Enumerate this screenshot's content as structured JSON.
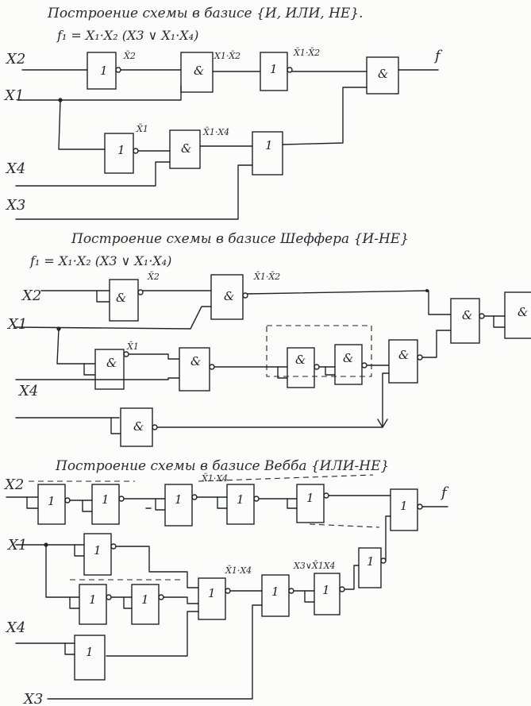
{
  "sections": [
    {
      "heading": "Построение схемы в базисе {И, ИЛИ, НЕ}.",
      "formula": "f₁ = X₁·X₂ (X3 ∨ X₁·X₄)",
      "output_label": "f"
    },
    {
      "heading": "Построение схемы в базисе Шеффера {И-НЕ}",
      "formula": "f₁ = X₁·X₂ (X3 ∨ X₁·X₄)"
    },
    {
      "heading": "Построение схемы в базисе Вебба {ИЛИ-НЕ}",
      "output_label": "f"
    }
  ],
  "inputs": {
    "x1": "X1",
    "x2": "X2",
    "x3": "X3",
    "x4": "X4"
  },
  "gate_symbols": {
    "and": "&",
    "or": "1"
  },
  "signal_labels": {
    "not_x2": "X̄2",
    "x1_not_x2": "X1·X̄2",
    "not_of_x1_not_x2": "X̄1·X̄2",
    "not_x1": "X̄1",
    "not_x1_x4": "X̄1·X4",
    "x1_x4": "X̄1·X4",
    "x3_x1_x4": "X3∨X̄1X4"
  }
}
